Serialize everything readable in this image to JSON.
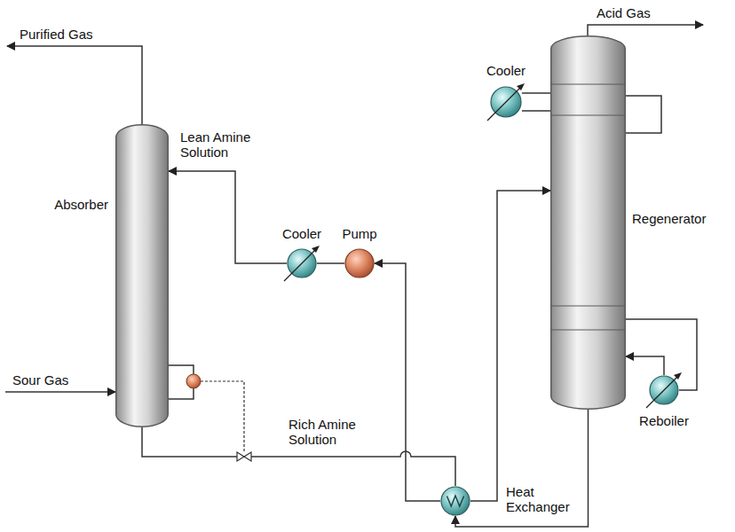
{
  "diagram": {
    "nodes": [
      {
        "text": [
          "Absorber"
        ]
      },
      {
        "text": [
          "Cooler"
        ]
      },
      {
        "text": [
          "Pump"
        ]
      },
      {
        "text": [
          "Cooler"
        ]
      },
      {
        "text": [
          "Regenerator"
        ]
      },
      {
        "text": [
          "Reboiler"
        ]
      },
      {
        "text": [
          "Heat Exchanger"
        ]
      }
    ],
    "edges": [
      {
        "from": 0,
        "to": 6,
        "arrow": "none",
        "label": "Rich Amine Solution"
      },
      {
        "from": 6,
        "to": 4,
        "arrow": "to"
      },
      {
        "from": 4,
        "to": 6,
        "arrow": "to"
      },
      {
        "from": 6,
        "to": 2,
        "arrow": "to"
      },
      {
        "from": 2,
        "to": 1,
        "arrow": "none"
      },
      {
        "from": 1,
        "to": 0,
        "arrow": "to",
        "label": "Lean Amine Solution"
      },
      {
        "from": 4,
        "to": 5,
        "arrow": "none"
      },
      {
        "from": 5,
        "to": 4,
        "arrow": "to"
      },
      {
        "from": 4,
        "to": 3,
        "arrow": "none"
      },
      {
        "from": 3,
        "to": 4,
        "arrow": "none"
      }
    ],
    "labels": [
      "Purified Gas",
      "Sour Gas",
      "Acid Gas"
    ]
  }
}
